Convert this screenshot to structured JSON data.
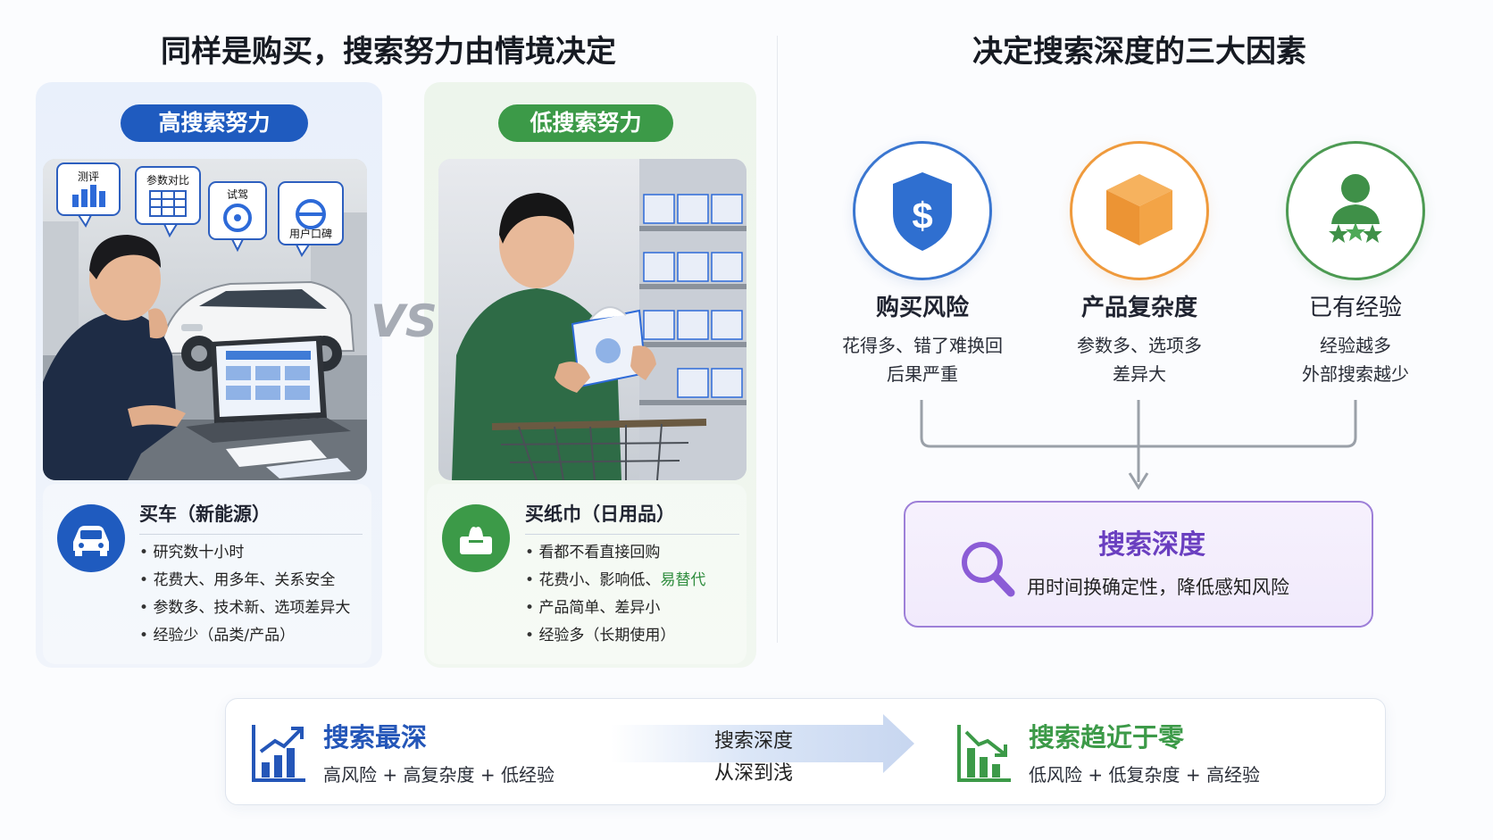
{
  "left_title": "同样是购买，搜索努力由情境决定",
  "right_title": "决定搜索深度的三大因素",
  "high_effort": {
    "pill": "高搜索努力",
    "photo_bubbles": [
      "测评",
      "参数对比",
      "试驾",
      "用户口碑"
    ],
    "card_title": "买车（新能源）",
    "items": [
      "研究数十小时",
      "花费大、用多年、关系安全",
      "参数多、技术新、选项差异大",
      "经验少（品类/产品）"
    ]
  },
  "vs": "VS",
  "low_effort": {
    "pill": "低搜索努力",
    "card_title": "买纸巾（日用品）",
    "items": [
      "看都不看直接回购",
      "花费小、影响低、",
      "产品简单、差异小",
      "经验多（长期使用）"
    ],
    "item2_highlight": "易替代"
  },
  "factors": [
    {
      "name": "购买风险",
      "desc1": "花得多、错了难换回",
      "desc2": "后果严重",
      "icon": "shield-dollar-icon",
      "color": "#3a76d0"
    },
    {
      "name": "产品复杂度",
      "desc1": "参数多、选项多",
      "desc2": "差异大",
      "icon": "box-icon",
      "color": "#ef9a3c"
    },
    {
      "name": "已有经验",
      "desc1": "经验越多",
      "desc2": "外部搜索越少",
      "icon": "user-stars-icon",
      "color": "#4c9a52"
    }
  ],
  "result": {
    "title": "搜索深度",
    "subtitle": "用时间换确定性，降低感知风险",
    "icon": "magnifier-icon"
  },
  "bottom": {
    "left_title": "搜索最深",
    "left_sub": "高风险 + 高复杂度 + 低经验",
    "arrow_line1": "搜索深度",
    "arrow_line2": "从深到浅",
    "right_title": "搜索趋近于零",
    "right_sub": "低风险 + 低复杂度 + 高经验"
  }
}
